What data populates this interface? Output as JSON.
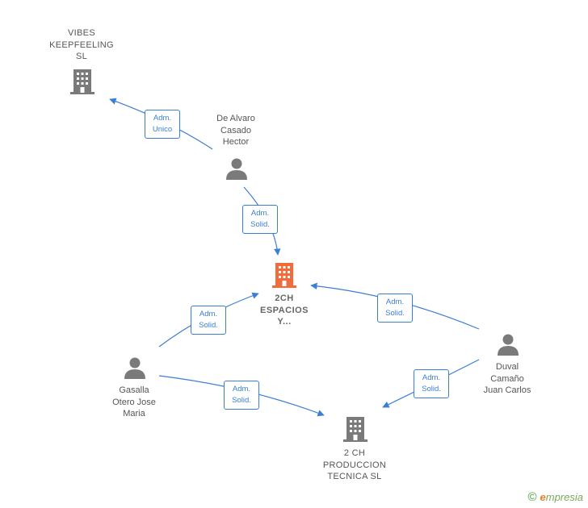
{
  "nodes": {
    "main": {
      "label": "2CH\nESPACIOS\nY...",
      "color": "#f26b3a"
    },
    "vibes": {
      "label": "VIBES\nKEEPFEELING\nSL"
    },
    "produccion": {
      "label": "2 CH\nPRODUCCION\nTECNICA  SL"
    },
    "de_alvaro": {
      "label": "De Alvaro\nCasado\nHector"
    },
    "gasalla": {
      "label": "Gasalla\nOtero Jose\nMaria"
    },
    "duval": {
      "label": "Duval\nCamaño\nJuan Carlos"
    }
  },
  "edges": {
    "de_alvaro_vibes": "Adm.\nUnico",
    "de_alvaro_main": "Adm.\nSolid.",
    "gasalla_main": "Adm.\nSolid.",
    "gasalla_produccion": "Adm.\nSolid.",
    "duval_main": "Adm.\nSolid.",
    "duval_produccion": "Adm.\nSolid."
  },
  "colors": {
    "edge": "#3a7fd4",
    "icon": "#7a7a7a",
    "main_icon": "#f26b3a"
  },
  "brand": {
    "copyright": "©",
    "initial": "e",
    "name": "mpresia"
  }
}
